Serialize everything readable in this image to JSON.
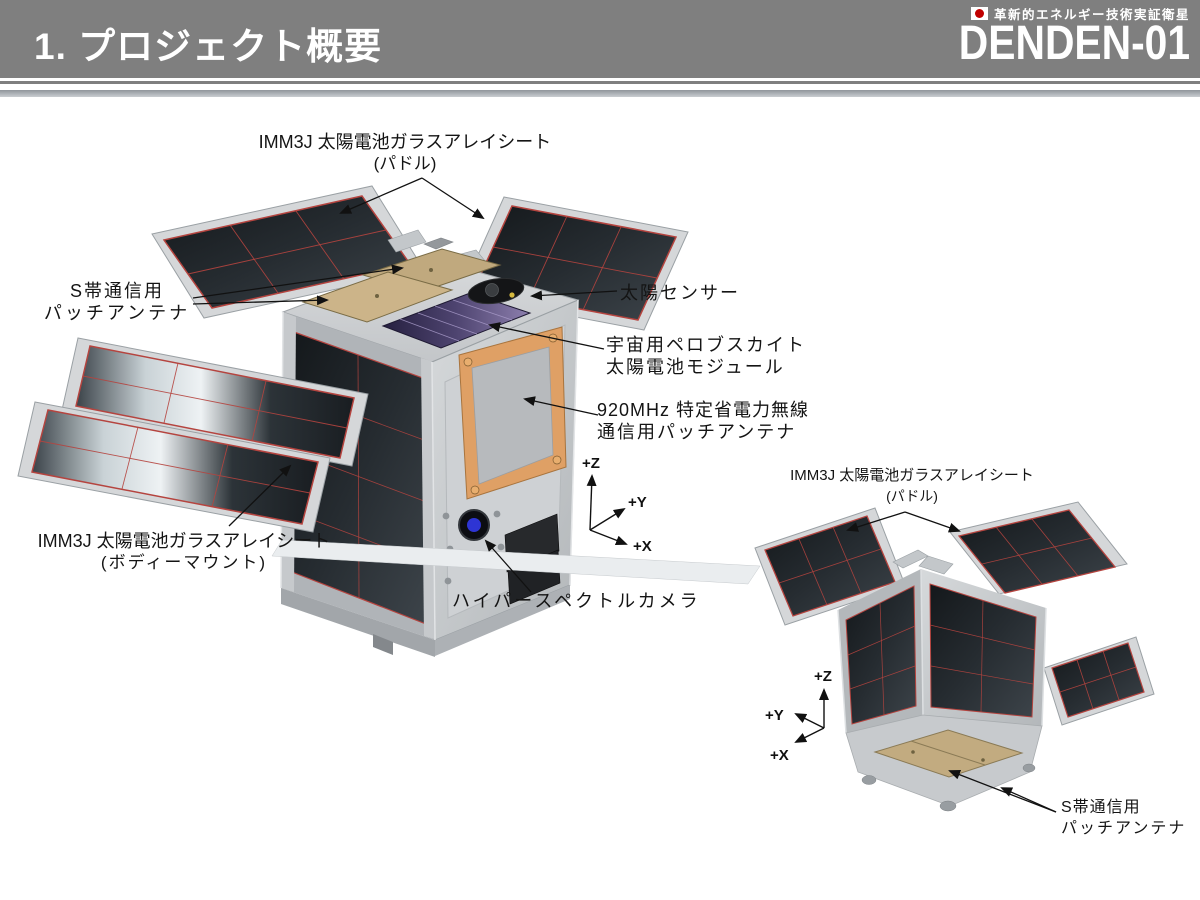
{
  "header": {
    "title": "1. プロジェクト概要",
    "logo_tagline": "革新的エネルギー技術実証衛星",
    "logo_name": "DENDEN-01"
  },
  "colors": {
    "header_bg": "#7f7f7f",
    "flag_red": "#c00000",
    "label_text": "#141414",
    "solar_cell_dark": "#23282c",
    "panel_frame_gray": "#d5d7d9",
    "trim_red": "#b5443f",
    "antenna_tan": "#c8b189",
    "patch_orange": "#dfa065",
    "perovskite_purple": "#4e4470",
    "camera_blue": "#2e35d4"
  },
  "satellite_left": {
    "label_paddle_line1": "IMM3J 太陽電池ガラスアレイシート",
    "label_paddle_line2": "(パドル)",
    "label_sband_line1": "S帯通信用",
    "label_sband_line2": "パッチアンテナ",
    "label_sun_sensor": "太陽センサー",
    "label_perovskite_line1": "宇宙用ペロブスカイト",
    "label_perovskite_line2": "太陽電池モジュール",
    "label_920_line1": "920MHz 特定省電力無線",
    "label_920_line2": "通信用パッチアンテナ",
    "label_bodymount_line1": "IMM3J 太陽電池ガラスアレイシート",
    "label_bodymount_line2": "(ボディーマウント)",
    "label_hyperspectral": "ハイパースペクトルカメラ",
    "axis_z": "+Z",
    "axis_y": "+Y",
    "axis_x": "+X"
  },
  "satellite_right": {
    "label_paddle_line1": "IMM3J 太陽電池ガラスアレイシート",
    "label_paddle_line2": "(パドル)",
    "label_sband_line1": "S帯通信用",
    "label_sband_line2": "パッチアンテナ",
    "axis_z": "+Z",
    "axis_y": "+Y",
    "axis_x": "+X"
  }
}
